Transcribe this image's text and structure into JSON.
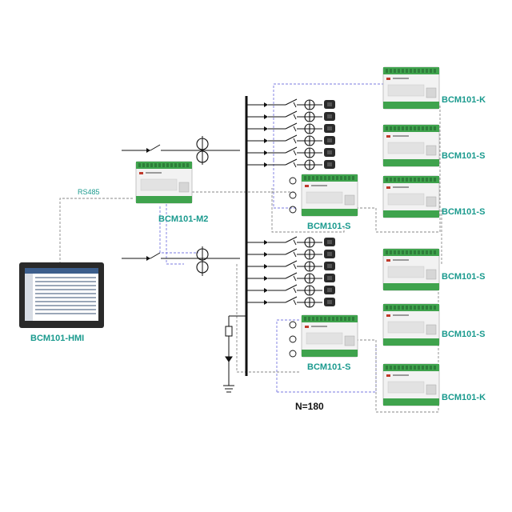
{
  "labels": {
    "rs485": "RS485",
    "m2": "BCM101-M2",
    "hmi": "BCM101-HMI",
    "s_center_top": "BCM101-S",
    "s_center_bottom": "BCM101-S",
    "k_top": "BCM101-K",
    "s_right_1": "BCM101-S",
    "s_right_2": "BCM101-S",
    "s_right_3": "BCM101-S",
    "s_right_4": "BCM101-S",
    "k_bottom": "BCM101-K",
    "count": "N=180"
  },
  "colors": {
    "label": "#1a9a8e",
    "bus": "#111111",
    "dashed_link": "#7a7ae0",
    "dashed_gray": "#888888",
    "module_body": "#eeeeee",
    "terminal_green": "#3fa34d",
    "screen": "#2d4f7a"
  },
  "icons": [
    "breaker-icon",
    "current-transformer-icon",
    "ct-sensor-icon",
    "ground-icon",
    "fuse-icon",
    "module-icon",
    "hmi-panel-icon"
  ]
}
